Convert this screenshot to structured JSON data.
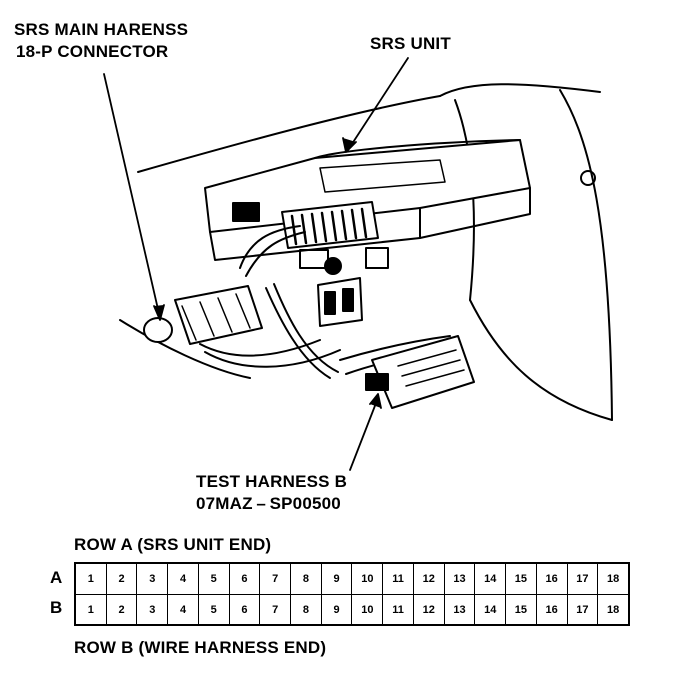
{
  "labels": {
    "main_harness_line1": "SRS MAIN HARENSS",
    "main_harness_line2": "18-P CONNECTOR",
    "srs_unit": "SRS UNIT",
    "test_harness_line1": "TEST HARNESS B",
    "test_harness_line2": "07MAZ – SP00500",
    "row_a_caption": "ROW A (SRS UNIT END)",
    "row_b_caption": "ROW B (WIRE HARNESS END)"
  },
  "pin_table": {
    "row_a_letter": "A",
    "row_b_letter": "B",
    "row_a_pins": [
      "1",
      "2",
      "3",
      "4",
      "5",
      "6",
      "7",
      "8",
      "9",
      "10",
      "11",
      "12",
      "13",
      "14",
      "15",
      "16",
      "17",
      "18"
    ],
    "row_b_pins": [
      "1",
      "2",
      "3",
      "4",
      "5",
      "6",
      "7",
      "8",
      "9",
      "10",
      "11",
      "12",
      "13",
      "14",
      "15",
      "16",
      "17",
      "18"
    ]
  }
}
